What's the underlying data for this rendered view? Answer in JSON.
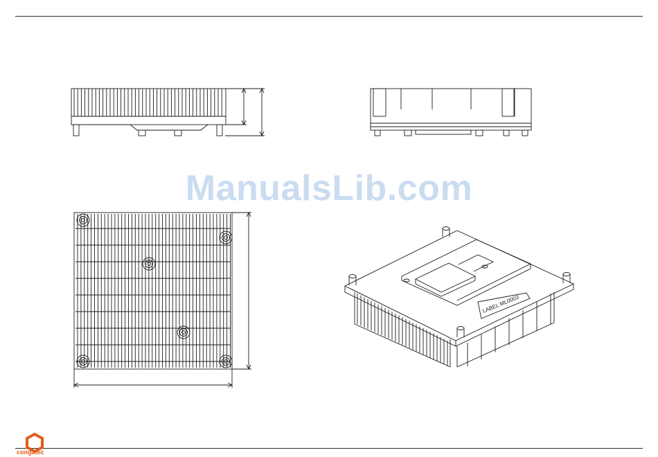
{
  "watermark": {
    "text": "ManualsLib.com"
  },
  "brand": {
    "name": "congatec",
    "color": "#e35b1d"
  },
  "heatsink_label": {
    "text": "LABEL ML0003"
  },
  "colors": {
    "line": "#1a1a1a",
    "watermark": "#c5d9ef"
  }
}
